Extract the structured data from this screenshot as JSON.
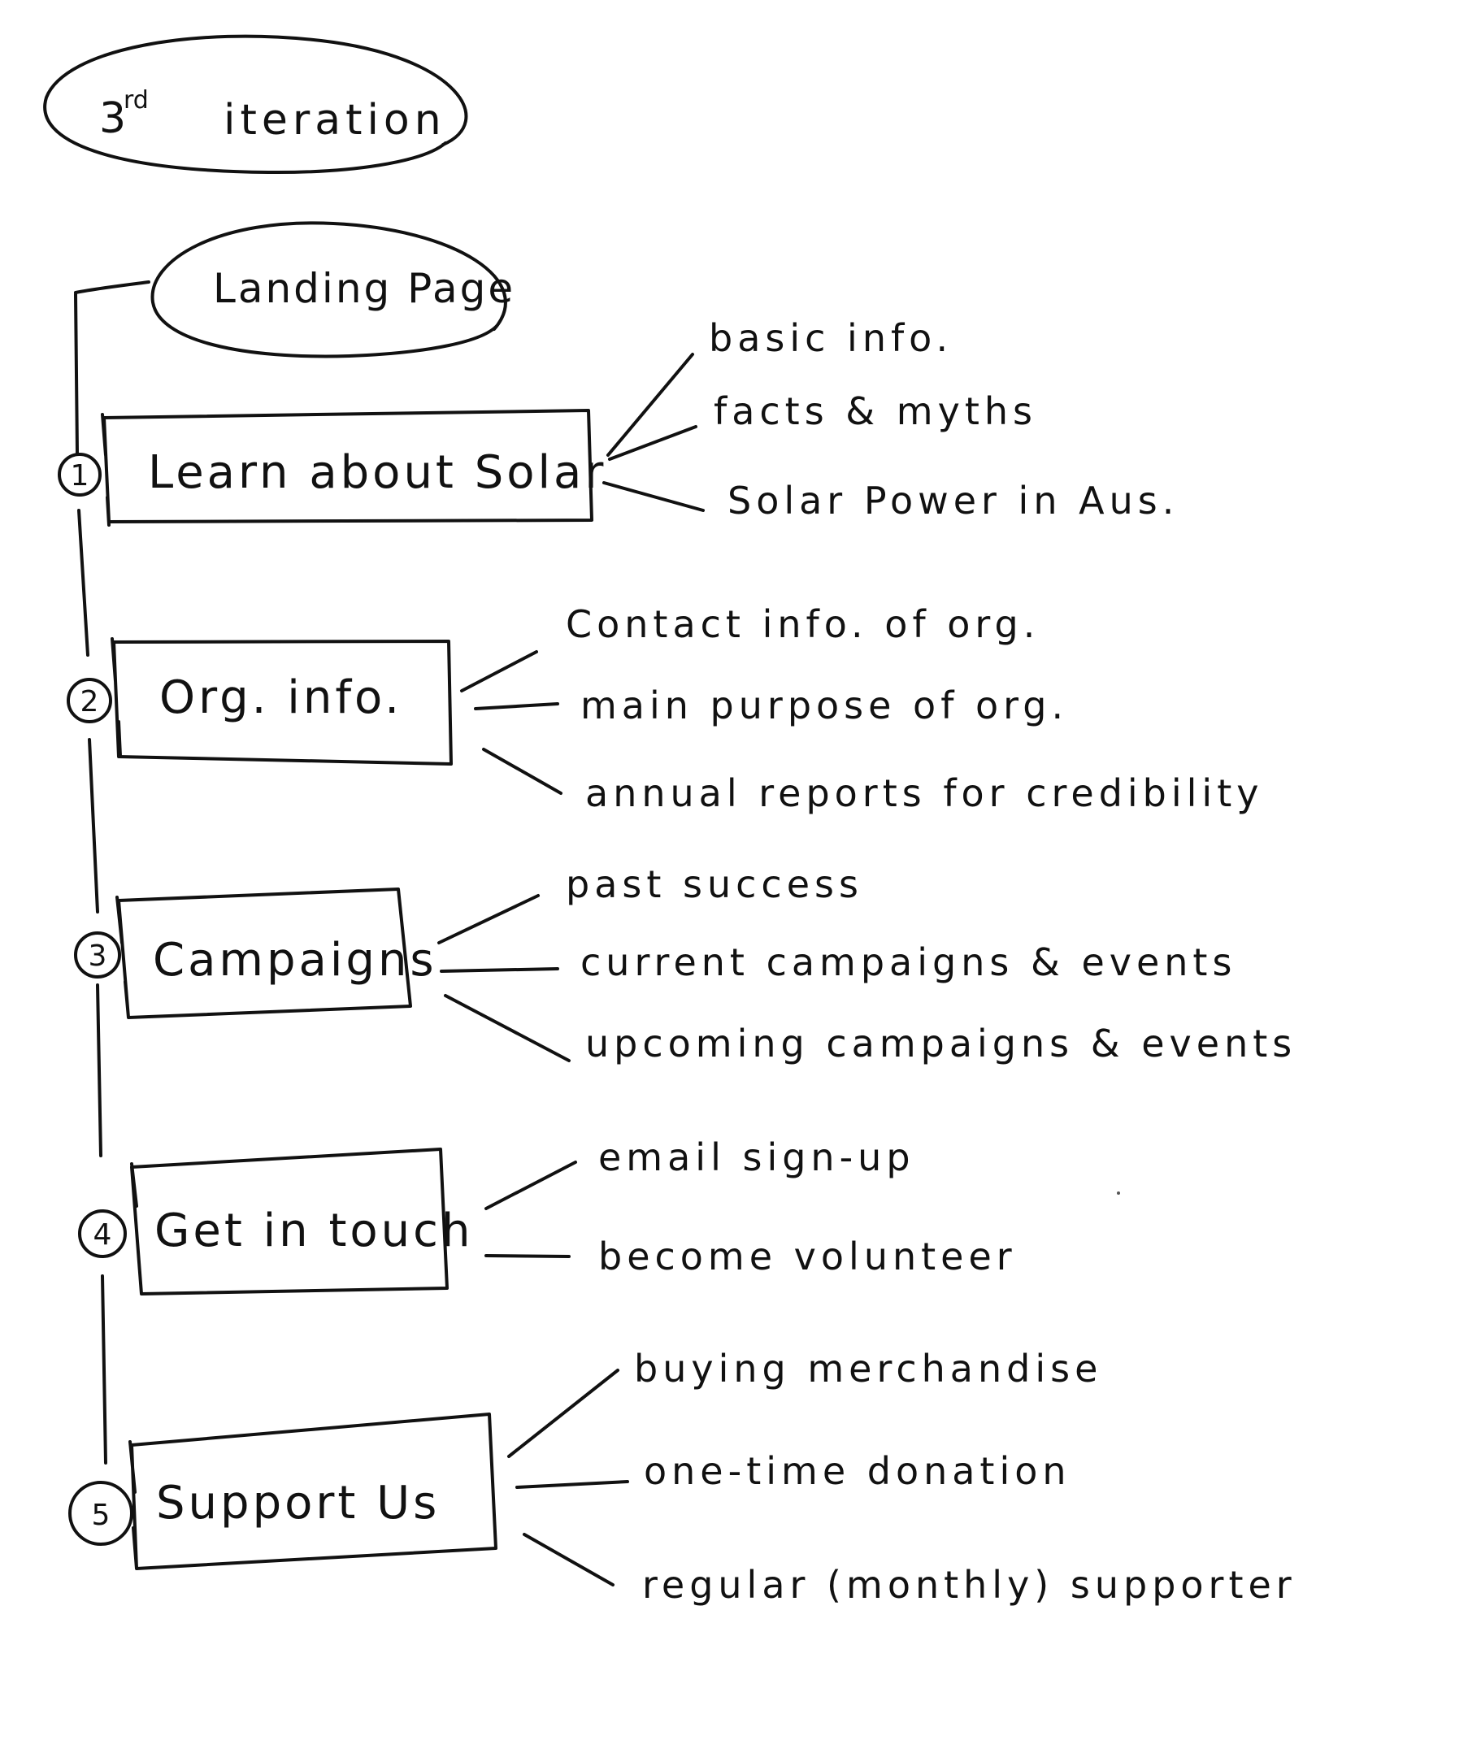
{
  "title": {
    "ordinal": "3",
    "suffix": "rd",
    "text": "iteration"
  },
  "root": {
    "label": "Landing Page"
  },
  "sections": [
    {
      "number": "1",
      "label": "Learn about Solar",
      "children": [
        "basic info.",
        "facts & myths",
        "Solar Power in Aus."
      ]
    },
    {
      "number": "2",
      "label": "Org. info.",
      "children": [
        "Contact info. of org.",
        "main purpose of org.",
        "annual reports for credibility"
      ]
    },
    {
      "number": "3",
      "label": "Campaigns",
      "children": [
        "past success",
        "current campaigns & events",
        "upcoming campaigns & events"
      ]
    },
    {
      "number": "4",
      "label": "Get in touch",
      "children": [
        "email sign-up",
        "become volunteer"
      ]
    },
    {
      "number": "5",
      "label": "Support Us",
      "children": [
        "buying merchandise",
        "one-time donation",
        "regular (monthly) supporter"
      ]
    }
  ],
  "colors": {
    "ink": "#111111",
    "paper": "#ffffff"
  }
}
